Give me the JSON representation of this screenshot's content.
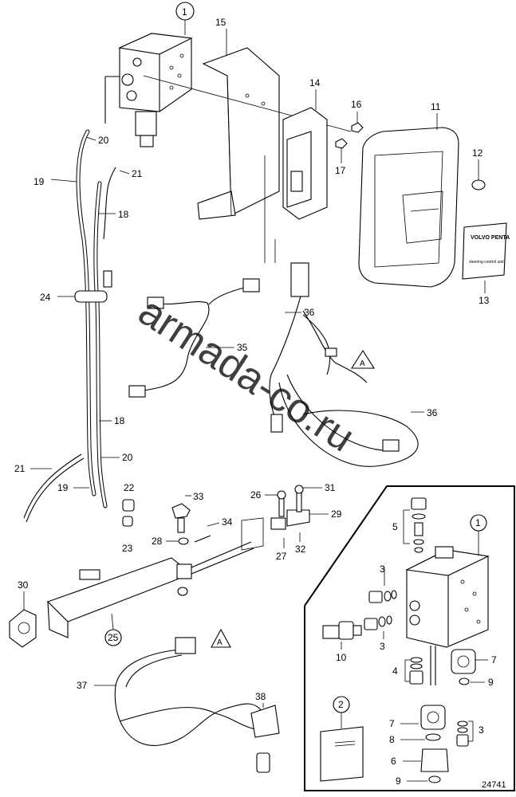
{
  "callouts": {
    "c1": "1",
    "c2": "2",
    "c3a": "3",
    "c3b": "3",
    "c3c": "3",
    "c4": "4",
    "c5": "5",
    "c6": "6",
    "c7a": "7",
    "c7b": "7",
    "c8": "8",
    "c9a": "9",
    "c9b": "9",
    "c10": "10",
    "c11": "11",
    "c12": "12",
    "c13": "13",
    "c14": "14",
    "c15": "15",
    "c16": "16",
    "c17": "17",
    "c18a": "18",
    "c18b": "18",
    "c19a": "19",
    "c19b": "19",
    "c20a": "20",
    "c20b": "20",
    "c21a": "21",
    "c21b": "21",
    "c22": "22",
    "c23": "23",
    "c24": "24",
    "c25": "25",
    "c26": "26",
    "c27": "27",
    "c28": "28",
    "c29": "29",
    "c30": "30",
    "c31": "31",
    "c32": "32",
    "c33": "33",
    "c34": "34",
    "c35": "35",
    "c36a": "36",
    "c36b": "36",
    "c37": "37",
    "c38": "38",
    "c1b": "1"
  },
  "ref_marks": {
    "a1": "A",
    "a2": "A"
  },
  "watermark": "armada-co.ru",
  "drawing_number": "24741",
  "manual_cover_text": "VOLVO PENTA",
  "manual_cover_sub": "steering control unit"
}
